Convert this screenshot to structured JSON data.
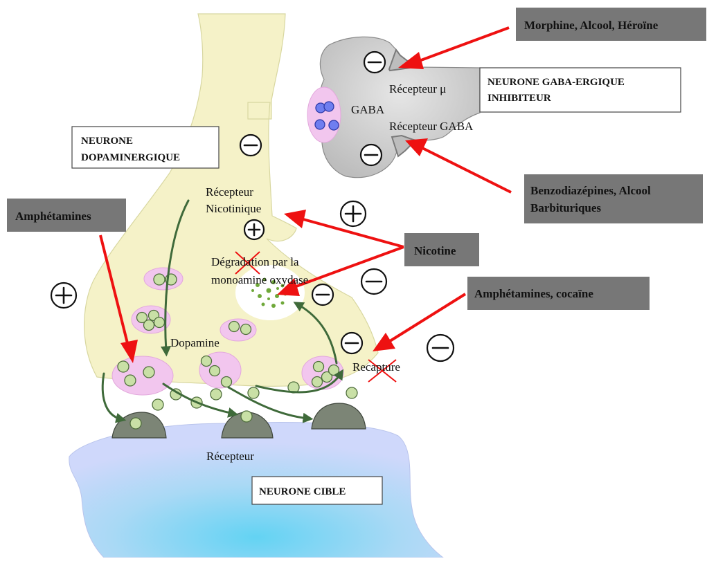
{
  "labels": {
    "neurone_dopaminergique_l1": "NEURONE",
    "neurone_dopaminergique_l2": "DOPAMINERGIQUE",
    "neurone_gaba_l1": "NEURONE GABA-ERGIQUE",
    "neurone_gaba_l2": "INHIBITEUR",
    "neurone_cible": "NEURONE CIBLE",
    "gaba": "GABA",
    "recepteur_mu": "Récepteur μ",
    "recepteur_gaba": "Récepteur GABA",
    "recepteur_nicotinique_l1": "Récepteur",
    "recepteur_nicotinique_l2": "Nicotinique",
    "degradation_l1": "Dégradation par la",
    "degradation_l2": "monoamine oxydase",
    "dopamine": "Dopamine",
    "recapture": "Recapture",
    "recepteur": "Récepteur"
  },
  "drugs": {
    "morphine": "Morphine, Alcool, Héroïne",
    "benzo_l1": "Benzodiazépines, Alcool",
    "benzo_l2": "Barbituriques",
    "nicotine": "Nicotine",
    "amphet_cocaine": "Amphétamines, cocaïne",
    "amphetamines": "Amphétamines"
  },
  "symbols": {
    "plus": "+",
    "minus": "−"
  },
  "colors": {
    "dopaminergic_neuron": "#f5f2c8",
    "gaba_neuron": "#cfcfcf",
    "target_neuron": "#9fd6f2",
    "vesicle": "#f2c6ee",
    "dopamine_ball": "#c9e0a6",
    "gaba_ball": "#6f7ef0",
    "drug_box": "#777777",
    "arrow_red": "#ee1111",
    "arrow_green": "#3f8a3a"
  }
}
